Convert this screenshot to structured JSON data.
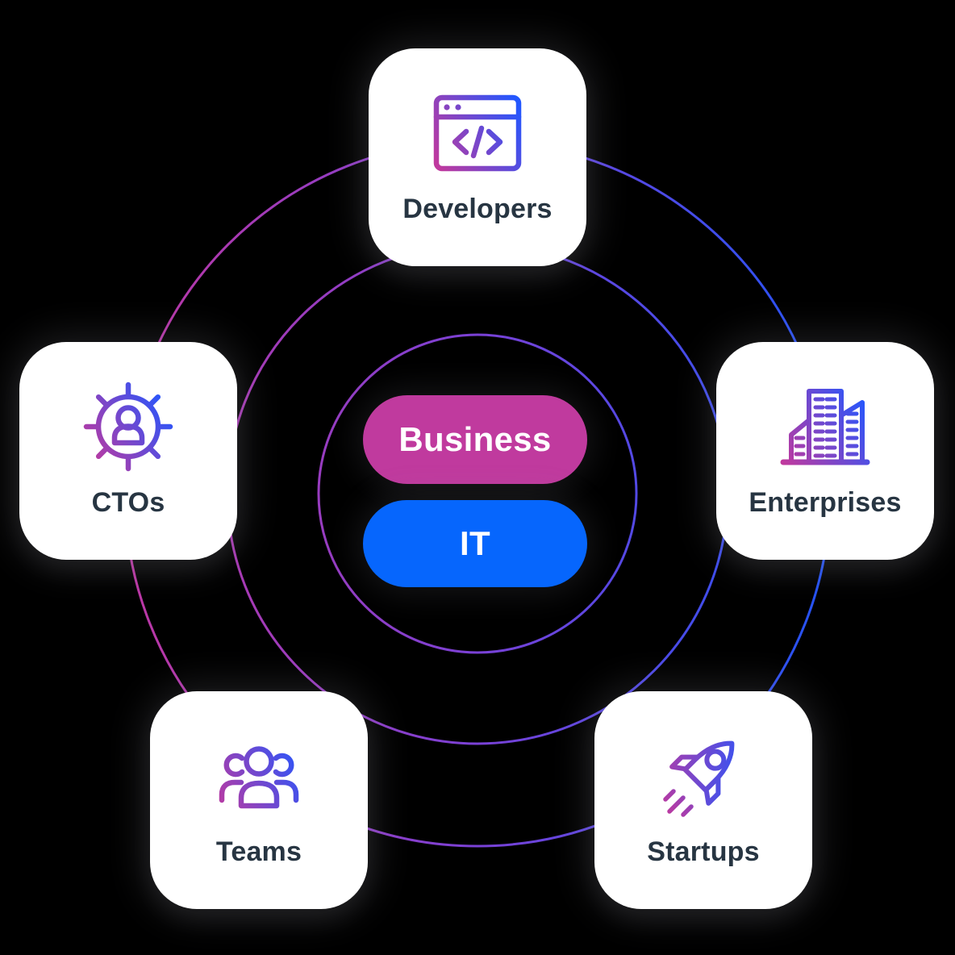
{
  "background_color": "#000000",
  "center": {
    "pills": [
      {
        "label": "Business",
        "color": "#c03a9e"
      },
      {
        "label": "IT",
        "color": "#0666fd"
      }
    ]
  },
  "nodes": [
    {
      "label": "Developers",
      "icon": "code-window-icon"
    },
    {
      "label": "CTOs",
      "icon": "person-gear-icon"
    },
    {
      "label": "Enterprises",
      "icon": "buildings-icon"
    },
    {
      "label": "Teams",
      "icon": "people-group-icon"
    },
    {
      "label": "Startups",
      "icon": "rocket-icon"
    }
  ],
  "rings": {
    "count": 3,
    "gradient_left": "#bd37a4",
    "gradient_mid": "#7a41d6",
    "gradient_right": "#2353f5"
  },
  "icon_gradient": {
    "start": "#c0399e",
    "end": "#2257ff"
  },
  "label_color": "#273542",
  "card_background": "#ffffff"
}
